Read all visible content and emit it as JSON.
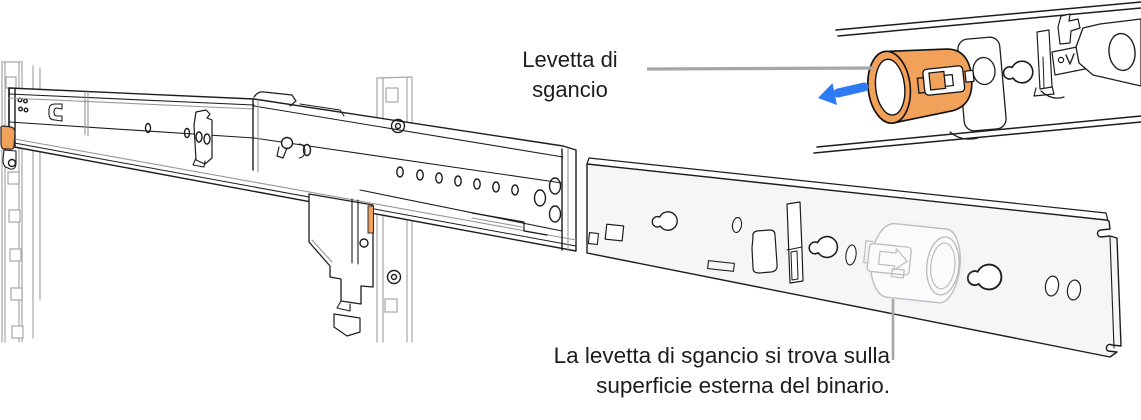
{
  "callouts": {
    "release_lever_label": {
      "text": "Levetta di sgancio",
      "lines": [
        "Levetta di",
        "sgancio"
      ]
    },
    "lever_location_caption": {
      "text": "La levetta di sgancio si trova sulla superficie esterna del binario.",
      "lines": [
        "La levetta di sgancio si trova sulla",
        "superficie esterna del binario."
      ]
    }
  },
  "icons": {
    "direction_arrow": "arrow-left-icon"
  },
  "colors": {
    "lever_orange": "#F1A159",
    "arrow_blue": "#2E7CF5",
    "line_dark": "#1D1D1F",
    "callout_gray": "#A7A7AA",
    "ghost_gray": "#BDBDC2",
    "panel_fill": "#F6F6F7"
  }
}
